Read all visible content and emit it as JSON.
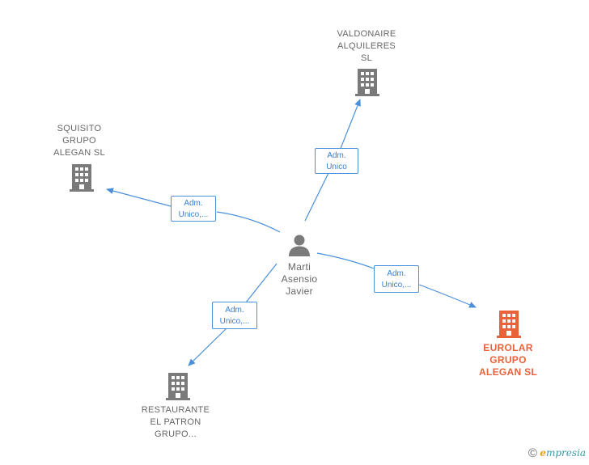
{
  "center": {
    "name": "Marti\nAsensio\nJavier",
    "icon": "person-icon"
  },
  "companies": [
    {
      "id": "valdonaire",
      "name": "VALDONAIRE\nALQUILERES\nSL",
      "icon": "building-icon",
      "highlight": false
    },
    {
      "id": "squisito",
      "name": "SQUISITO\nGRUPO\nALEGAN  SL",
      "icon": "building-icon",
      "highlight": false
    },
    {
      "id": "eurolar",
      "name": "EUROLAR\nGRUPO\nALEGAN  SL",
      "icon": "building-icon",
      "highlight": true
    },
    {
      "id": "restaurante",
      "name": "RESTAURANTE\nEL PATRON\nGRUPO...",
      "icon": "building-icon",
      "highlight": false
    }
  ],
  "edges": [
    {
      "to": "valdonaire",
      "label": "Adm.\nUnico"
    },
    {
      "to": "squisito",
      "label": "Adm.\nUnico,..."
    },
    {
      "to": "eurolar",
      "label": "Adm.\nUnico,..."
    },
    {
      "to": "restaurante",
      "label": "Adm.\nUnico,..."
    }
  ],
  "colors": {
    "edge": "#4a8fd9",
    "node": "#7a7a7a",
    "highlight": "#e8623a"
  },
  "brand": {
    "copyright": "©",
    "first_letter": "e",
    "rest": "mpresia"
  }
}
